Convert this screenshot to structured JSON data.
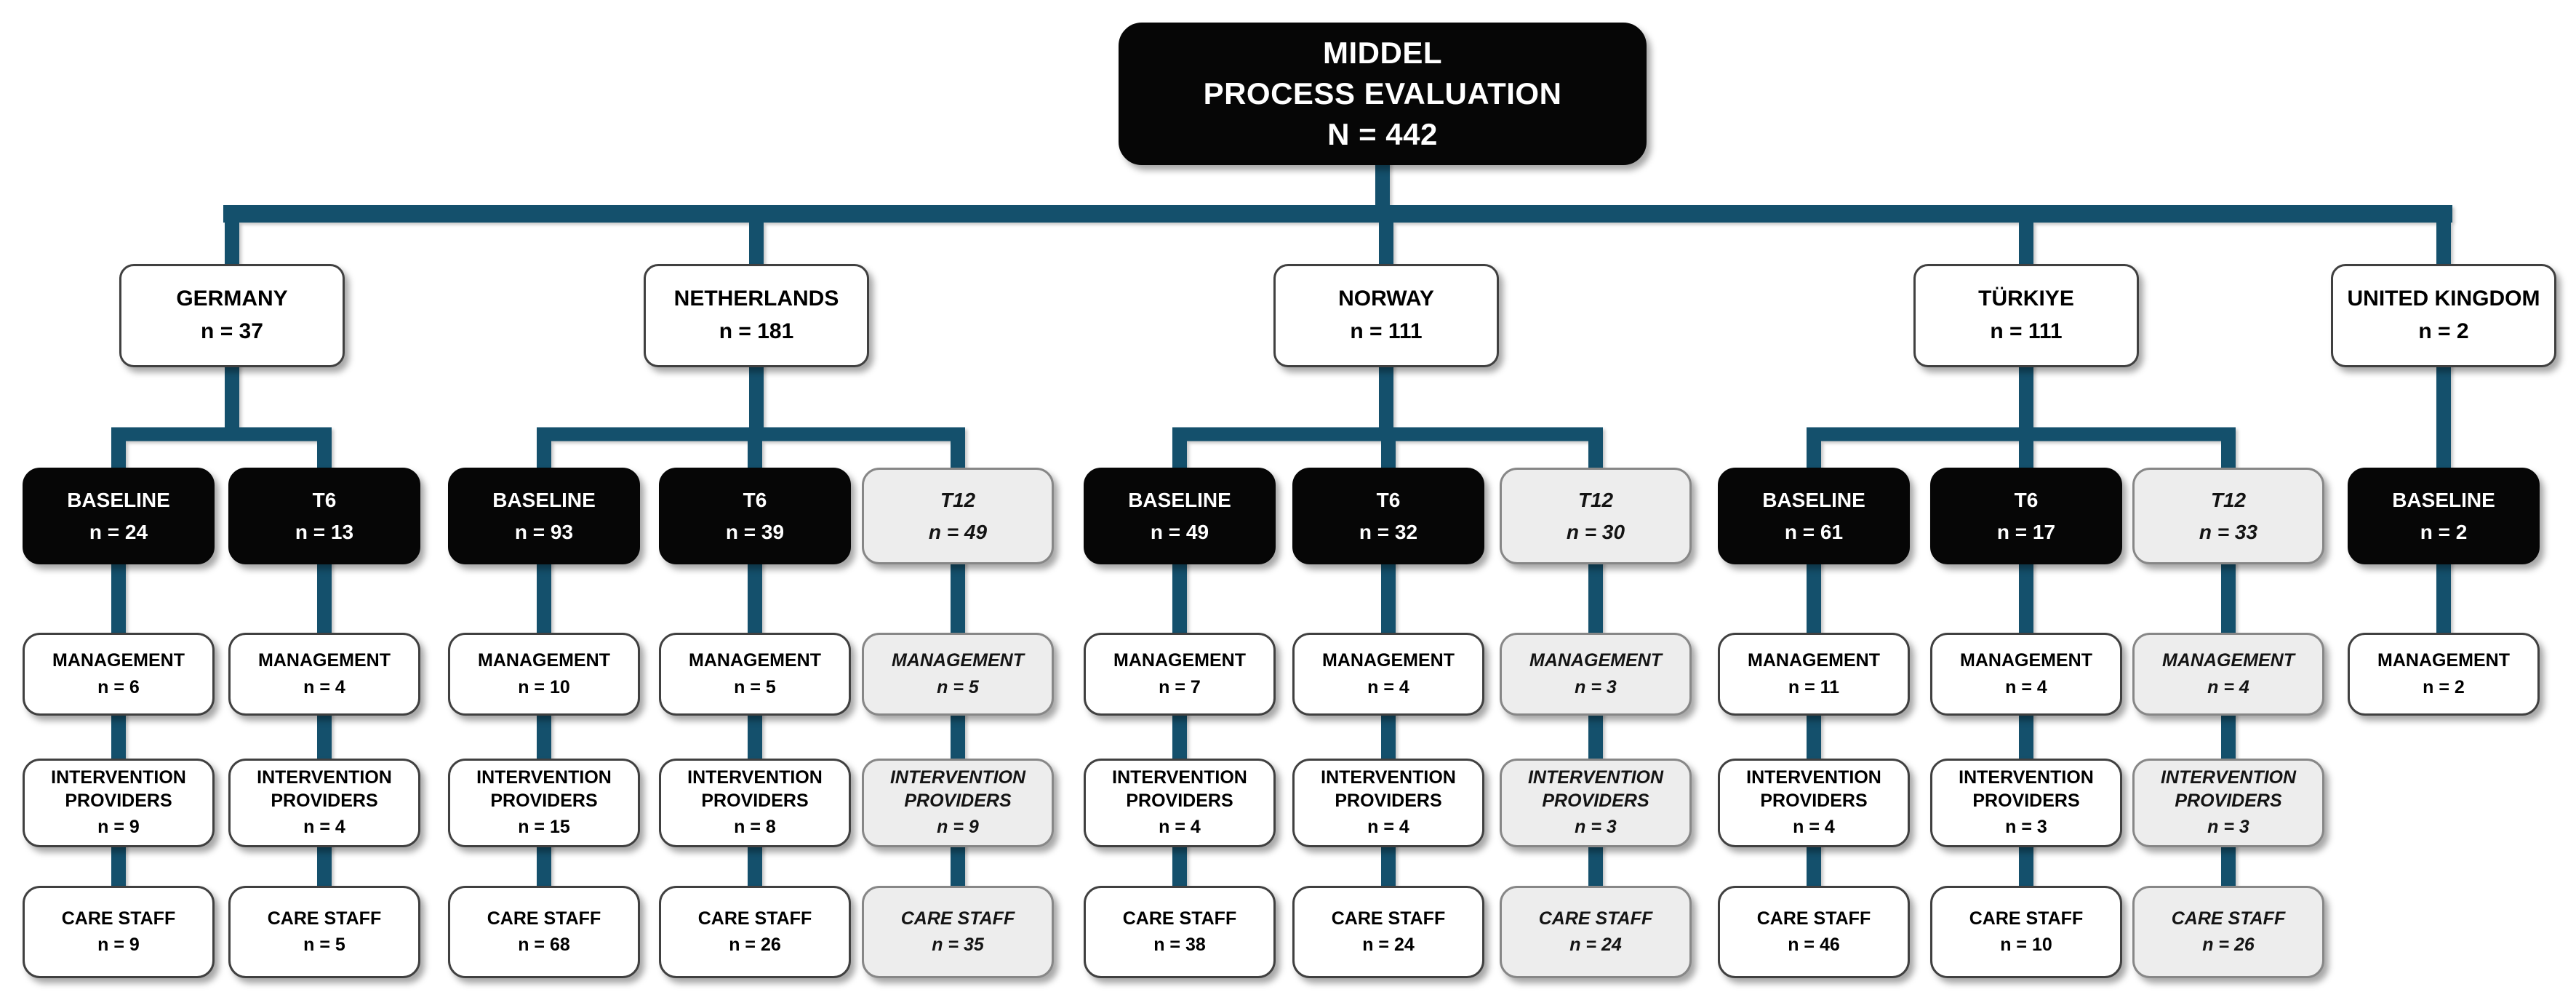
{
  "title_box": {
    "line1": "MIDDEL",
    "line2": "PROCESS EVALUATION",
    "line3": "N = 442"
  },
  "colors": {
    "connector": "#14506c",
    "box_black": "#060606",
    "box_white": "#ffffff",
    "box_gray_fill": "#ededed",
    "box_gray_border": "#878787",
    "box_white_border": "#404040",
    "text_on_black": "#ffffff",
    "text_on_white": "#000000"
  },
  "countries": [
    {
      "name": "GERMANY",
      "n": "n = 37",
      "timepoints": [
        {
          "label": "BASELINE",
          "n": "n = 24",
          "variant": "black",
          "subgroups": [
            {
              "label": "MANAGEMENT",
              "n": "n = 6"
            },
            {
              "label": "INTERVENTION PROVIDERS",
              "n": "n = 9"
            },
            {
              "label": "CARE STAFF",
              "n": "n = 9"
            }
          ]
        },
        {
          "label": "T6",
          "n": "n = 13",
          "variant": "black",
          "subgroups": [
            {
              "label": "MANAGEMENT",
              "n": "n = 4"
            },
            {
              "label": "INTERVENTION PROVIDERS",
              "n": "n = 4"
            },
            {
              "label": "CARE STAFF",
              "n": "n = 5"
            }
          ]
        }
      ]
    },
    {
      "name": "NETHERLANDS",
      "n": "n = 181",
      "timepoints": [
        {
          "label": "BASELINE",
          "n": "n = 93",
          "variant": "black",
          "subgroups": [
            {
              "label": "MANAGEMENT",
              "n": "n = 10"
            },
            {
              "label": "INTERVENTION PROVIDERS",
              "n": "n = 15"
            },
            {
              "label": "CARE STAFF",
              "n": "n = 68"
            }
          ]
        },
        {
          "label": "T6",
          "n": "n = 39",
          "variant": "black",
          "subgroups": [
            {
              "label": "MANAGEMENT",
              "n": "n = 5"
            },
            {
              "label": "INTERVENTION PROVIDERS",
              "n": "n = 8"
            },
            {
              "label": "CARE STAFF",
              "n": "n = 26"
            }
          ]
        },
        {
          "label": "T12",
          "n": "n = 49",
          "variant": "gray",
          "subgroups": [
            {
              "label": "MANAGEMENT",
              "n": "n = 5"
            },
            {
              "label": "INTERVENTION PROVIDERS",
              "n": "n = 9"
            },
            {
              "label": "CARE STAFF",
              "n": "n = 35"
            }
          ]
        }
      ]
    },
    {
      "name": "NORWAY",
      "n": "n = 111",
      "timepoints": [
        {
          "label": "BASELINE",
          "n": "n = 49",
          "variant": "black",
          "subgroups": [
            {
              "label": "MANAGEMENT",
              "n": "n = 7"
            },
            {
              "label": "INTERVENTION PROVIDERS",
              "n": "n = 4"
            },
            {
              "label": "CARE STAFF",
              "n": "n = 38"
            }
          ]
        },
        {
          "label": "T6",
          "n": "n = 32",
          "variant": "black",
          "subgroups": [
            {
              "label": "MANAGEMENT",
              "n": "n = 4"
            },
            {
              "label": "INTERVENTION PROVIDERS",
              "n": "n = 4"
            },
            {
              "label": "CARE STAFF",
              "n": "n = 24"
            }
          ]
        },
        {
          "label": "T12",
          "n": "n = 30",
          "variant": "gray",
          "subgroups": [
            {
              "label": "MANAGEMENT",
              "n": "n = 3"
            },
            {
              "label": "INTERVENTION PROVIDERS",
              "n": "n = 3"
            },
            {
              "label": "CARE STAFF",
              "n": "n = 24"
            }
          ]
        }
      ]
    },
    {
      "name": "TÜRKIYE",
      "n": "n = 111",
      "timepoints": [
        {
          "label": "BASELINE",
          "n": "n = 61",
          "variant": "black",
          "subgroups": [
            {
              "label": "MANAGEMENT",
              "n": "n = 11"
            },
            {
              "label": "INTERVENTION PROVIDERS",
              "n": "n = 4"
            },
            {
              "label": "CARE STAFF",
              "n": "n = 46"
            }
          ]
        },
        {
          "label": "T6",
          "n": "n = 17",
          "variant": "black",
          "subgroups": [
            {
              "label": "MANAGEMENT",
              "n": "n = 4"
            },
            {
              "label": "INTERVENTION PROVIDERS",
              "n": "n = 3"
            },
            {
              "label": "CARE STAFF",
              "n": "n = 10"
            }
          ]
        },
        {
          "label": "T12",
          "n": "n = 33",
          "variant": "gray",
          "subgroups": [
            {
              "label": "MANAGEMENT",
              "n": "n = 4"
            },
            {
              "label": "INTERVENTION PROVIDERS",
              "n": "n = 3"
            },
            {
              "label": "CARE STAFF",
              "n": "n = 26"
            }
          ]
        }
      ]
    },
    {
      "name": "UNITED KINGDOM",
      "n": "n = 2",
      "timepoints": [
        {
          "label": "BASELINE",
          "n": "n = 2",
          "variant": "black",
          "subgroups": [
            {
              "label": "MANAGEMENT",
              "n": "n = 2"
            }
          ]
        }
      ]
    }
  ]
}
